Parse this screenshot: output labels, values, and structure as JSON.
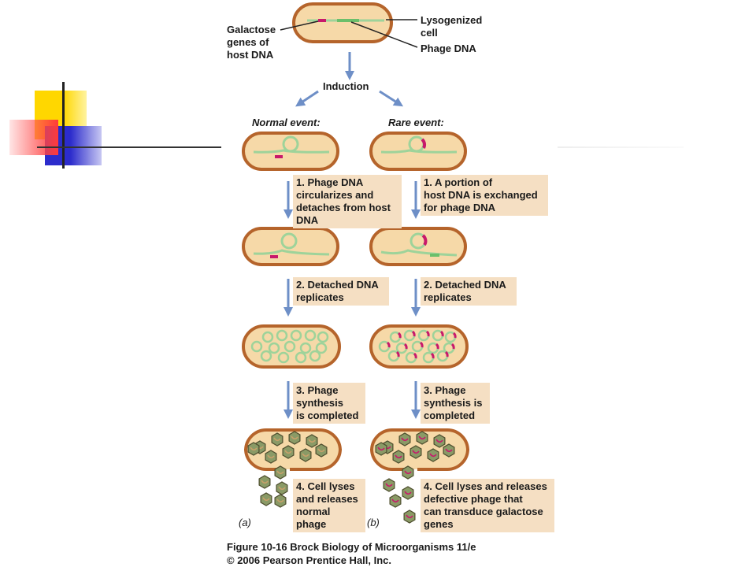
{
  "labels": {
    "galactose": "Galactose\ngenes of\nhost DNA",
    "lysogenized": "Lysogenized\ncell",
    "phage_dna": "Phage DNA",
    "induction": "Induction",
    "normal_event": "Normal event:",
    "rare_event": "Rare event:",
    "panel_a": "(a)",
    "panel_b": "(b)"
  },
  "normal_steps": [
    "1. Phage DNA\ncircularizes and\ndetaches from host\nDNA",
    "2. Detached DNA\nreplicates",
    "3. Phage\nsynthesis\nis completed",
    "4. Cell lyses\nand releases\nnormal\nphage"
  ],
  "rare_steps": [
    "1. A portion of\nhost DNA is exchanged\nfor phage DNA",
    "2. Detached DNA\nreplicates",
    "3. Phage\nsynthesis is\ncompleted",
    "4. Cell lyses and releases\ndefective phage that\ncan transduce galactose\ngenes"
  ],
  "caption": "Figure 10-16 Brock Biology of Microorganisms 11/e\n© 2006 Pearson Prentice Hall, Inc.",
  "colors": {
    "cell_fill": "#f6d9a8",
    "cell_border": "#b5642b",
    "dna": "#9ed39a",
    "galactose": "#c8186b",
    "arrow": "#6e8fc7",
    "step_bg": "#f5dfc3",
    "deco_yellow": "#ffd700",
    "deco_red": "#ff4040",
    "deco_blue": "#2c2ccc"
  }
}
